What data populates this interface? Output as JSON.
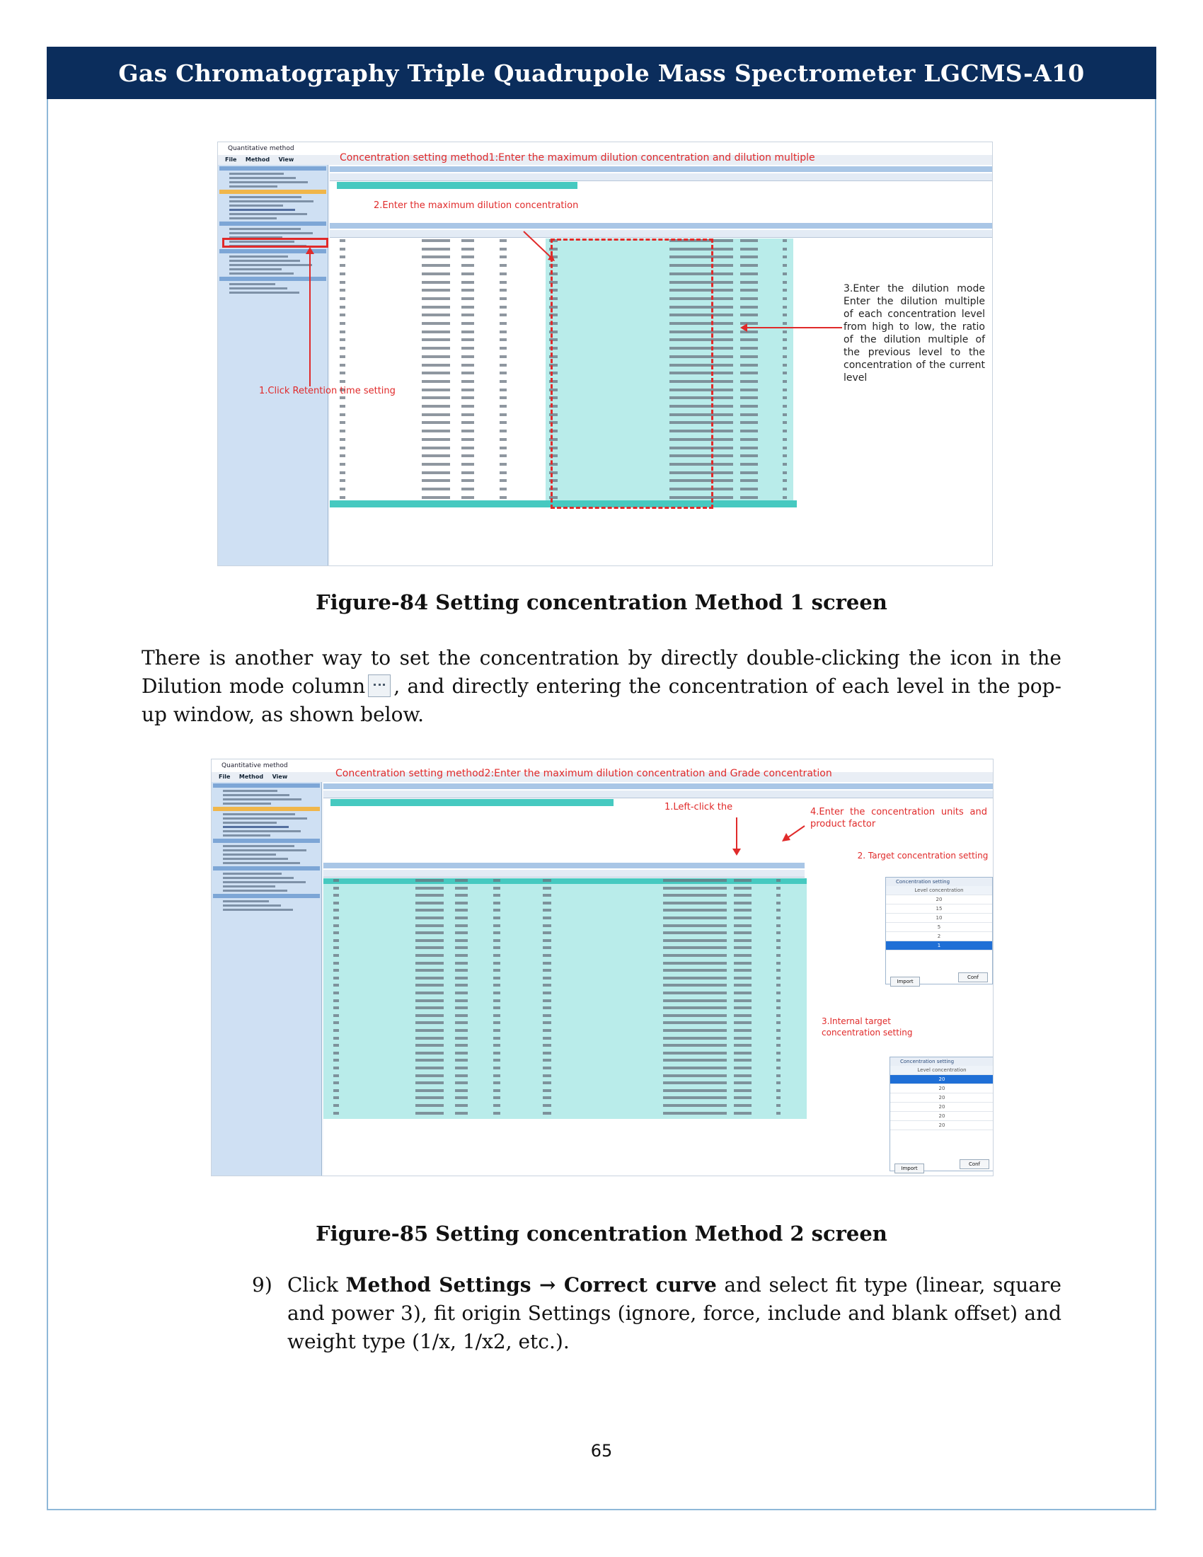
{
  "header": {
    "title": "Gas Chromatography Triple Quadrupole Mass Spectrometer LGCMS-A10"
  },
  "figure84": {
    "caption": "Figure-84 Setting concentration Method 1 screen",
    "window_title": "Quantitative method",
    "menu": [
      "File",
      "Method",
      "View"
    ],
    "annotations": {
      "top": "Concentration setting method1:Enter the maximum dilution concentration and dilution multiple",
      "step1": "1.Click Retention time setting",
      "step2": "2.Enter the maximum dilution concentration",
      "step3": "3.Enter the dilution mode Enter the dilution multiple of each concentration level from high to low, the ratio of the dilution multiple of the previous level to the concentration of the current level"
    }
  },
  "paragraph1": {
    "before_icon": "There is another way to set the concentration by directly double-clicking the icon in the Dilution mode column",
    "after_icon": ", and directly entering the concentration of each level in the pop-up window, as shown below."
  },
  "figure85": {
    "caption": "Figure-85 Setting concentration Method 2 screen",
    "window_title": "Quantitative method",
    "menu": [
      "File",
      "Method",
      "View"
    ],
    "annotations": {
      "top": "Concentration setting method2:Enter the maximum dilution concentration and Grade concentration",
      "step1": "1.Left-click the",
      "step2": "2. Target concentration setting",
      "step3": "3.Internal target concentration setting",
      "step4": "4.Enter the concentration units and product factor"
    },
    "popup_title": "Concentration setting",
    "popup_header": "Level concentration",
    "popup1_values": [
      "20",
      "15",
      "10",
      "5",
      "2",
      "1"
    ],
    "popup2_values": [
      "20",
      "20",
      "20",
      "20",
      "20",
      "20"
    ],
    "import_label": "Import",
    "confirm_label": "Conf"
  },
  "step9": {
    "number": "9)",
    "text_pre": "Click ",
    "bold1": "Method Settings",
    "arrow": " → ",
    "bold2": "Correct curve",
    "text_post": " and select fit type (linear, square and power 3), fit origin Settings (ignore, force, include and blank offset) and weight type (1/x, 1/x2, etc.)."
  },
  "page_number": "65"
}
